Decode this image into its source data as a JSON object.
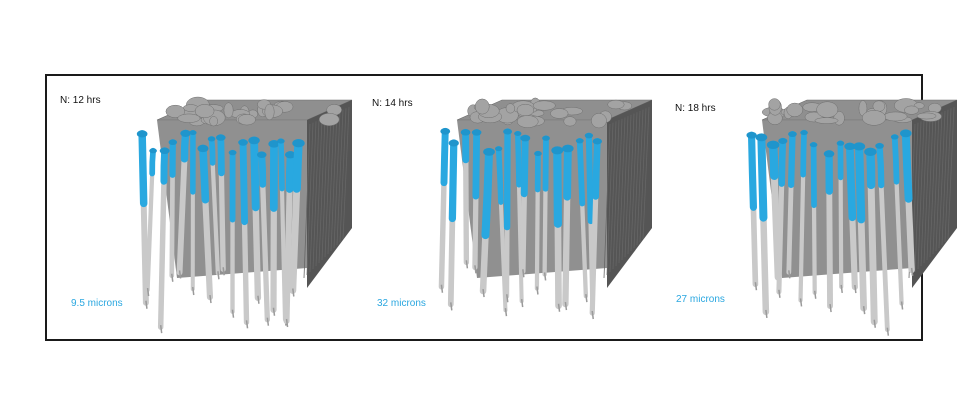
{
  "colors": {
    "frame": "#1a1a1a",
    "highlight": "#29a8e0",
    "tissue": "#7d7d7d",
    "fiber": "#c9c9c9"
  },
  "panels": [
    {
      "time_label": "N: 12 hrs",
      "depth_label": "9.5 microns"
    },
    {
      "time_label": "N: 14 hrs",
      "depth_label": "32 microns"
    },
    {
      "time_label": "N: 18 hrs",
      "depth_label": "27 microns"
    }
  ]
}
